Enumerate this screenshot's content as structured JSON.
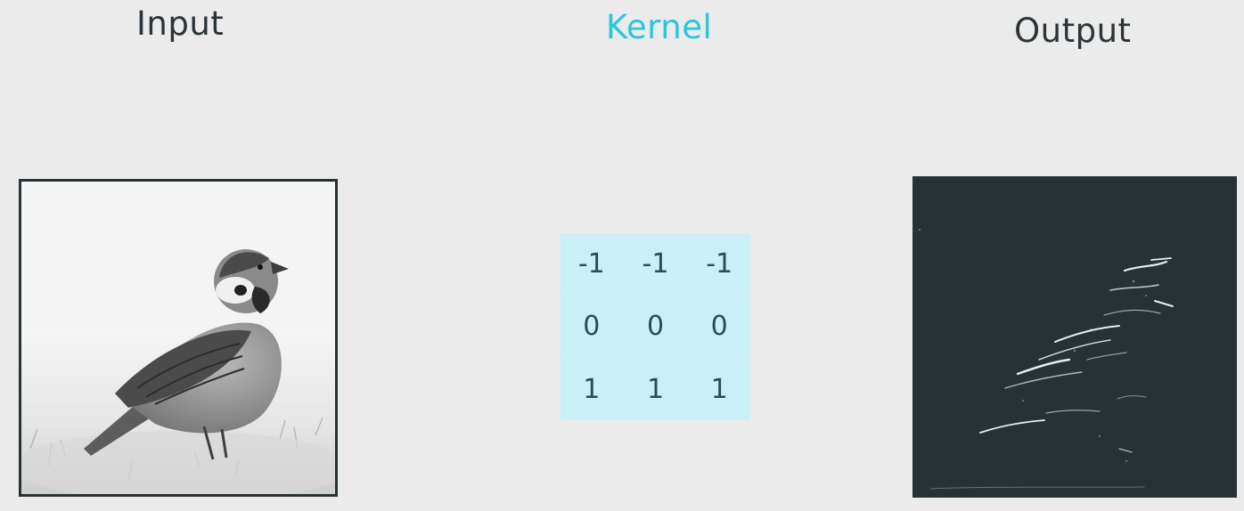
{
  "titles": {
    "input": "Input",
    "kernel": "Kernel",
    "output": "Output"
  },
  "colors": {
    "background": "#ebebeb",
    "kernel_title": "#29c6dc",
    "title": "#2b3438",
    "kernel_fill": "#c8f0f6",
    "output_background": "#263236"
  },
  "kernel": {
    "rows": [
      [
        "-1",
        "-1",
        "-1"
      ],
      [
        "0",
        "0",
        "0"
      ],
      [
        "1",
        "1",
        "1"
      ]
    ]
  },
  "images": {
    "input": "grayscale-sparrow-photo",
    "output": "edge-detected-sparrow"
  }
}
